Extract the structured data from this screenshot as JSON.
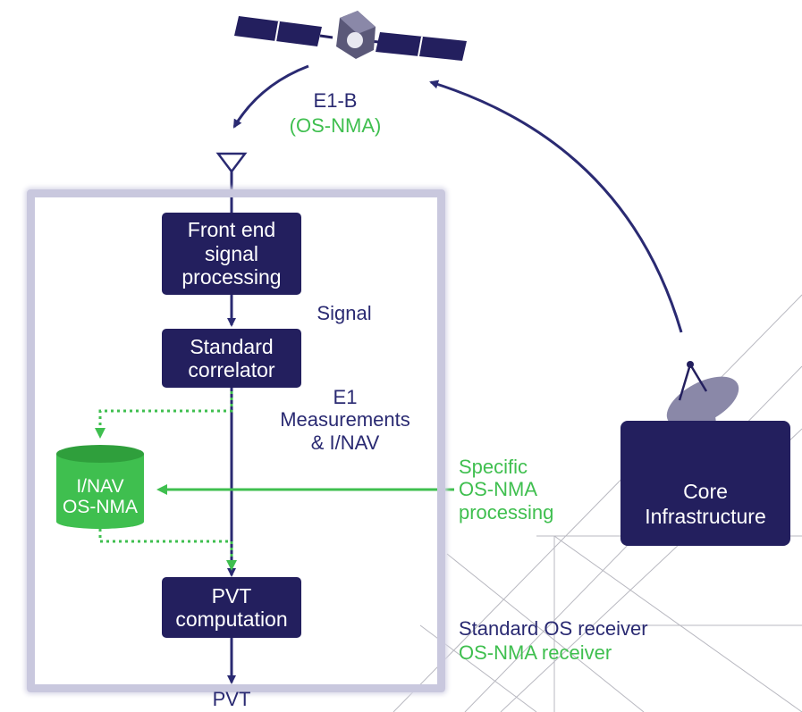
{
  "signal_label": "E1-B",
  "signal_sublabel": "(OS-NMA)",
  "blocks": {
    "front_end": "Front end\nsignal\nprocessing",
    "correlator": "Standard\ncorrelator",
    "database": "I/NAV\nOS-NMA",
    "pvt_computation": "PVT\ncomputation"
  },
  "flow_labels": {
    "signal": "Signal",
    "measurements": "E1\nMeasurements\n& I/NAV",
    "output": "PVT"
  },
  "specific_processing": "Specific\nOS-NMA\nprocessing",
  "core_infrastructure": "Core\nInfrastructure",
  "legend": {
    "standard": "Standard OS receiver",
    "osnma": "OS-NMA receiver"
  },
  "colors": {
    "navy": "#231f5e",
    "green": "#3fbf4f",
    "frame": "#c9c8de"
  }
}
